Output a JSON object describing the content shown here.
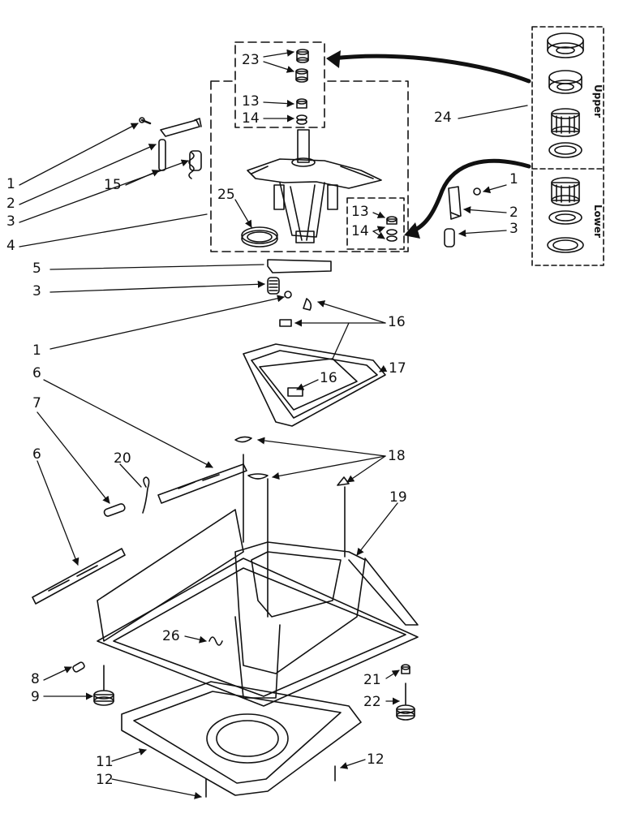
{
  "callouts": {
    "c1_top": "1",
    "c2_top": "2",
    "c3_top": "3",
    "c4": "4",
    "c15": "15",
    "c25": "25",
    "c5": "5",
    "c3_mid": "3",
    "c1_mid": "1",
    "c23": "23",
    "c13_top": "13",
    "c14_top": "14",
    "c13_right": "13",
    "c14_right": "14",
    "c24": "24",
    "c1_right": "1",
    "c2_right": "2",
    "c3_right": "3",
    "c16_top": "16",
    "c16_mid": "16",
    "c17": "17",
    "c6_upper": "6",
    "c7": "7",
    "c6_lower": "6",
    "c20": "20",
    "c18": "18",
    "c19": "19",
    "c26": "26",
    "c8": "8",
    "c9": "9",
    "c21": "21",
    "c22": "22",
    "c11": "11",
    "c12_left": "12",
    "c12_right": "12"
  },
  "inset": {
    "upper_label": "Upper",
    "lower_label": "Lower"
  }
}
